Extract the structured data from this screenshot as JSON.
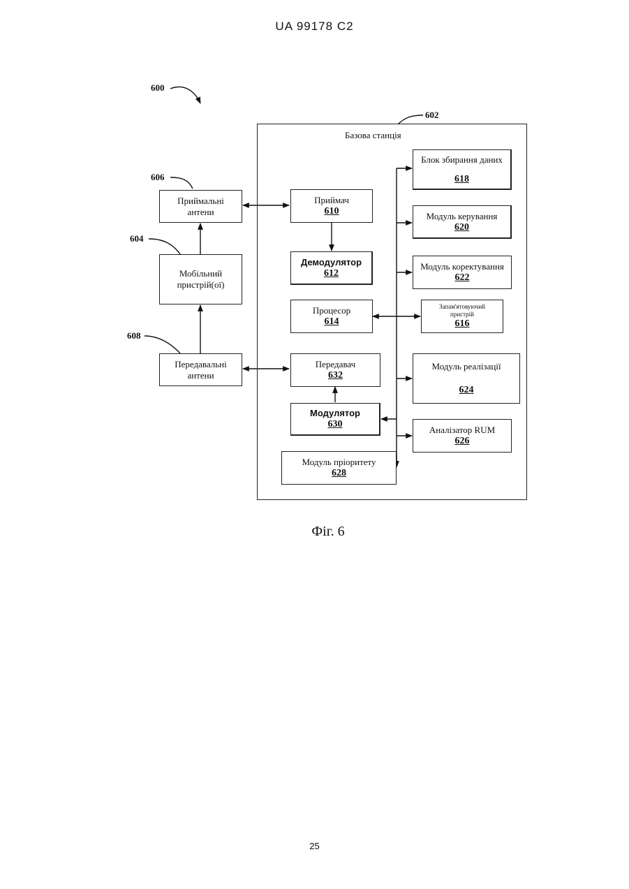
{
  "header": {
    "doc_code": "UA   99178   C2"
  },
  "figure": {
    "caption": "Фіг. 6",
    "overall_ref": "600",
    "base_station": {
      "ref": "602",
      "label": "Базова станція"
    },
    "external": {
      "rx_antennas": {
        "ref": "606",
        "line1": "Приймальні",
        "line2": "антени"
      },
      "mobile": {
        "ref": "604",
        "line1": "Мобільний",
        "line2": "пристрій(ої)"
      },
      "tx_antennas": {
        "ref": "608",
        "line1": "Передавальні",
        "line2": "антени"
      }
    },
    "blocks": {
      "receiver": {
        "name": "Приймач",
        "num": "610"
      },
      "demodulator": {
        "name": "Демодулятор",
        "num": "612"
      },
      "processor": {
        "name": "Процесор",
        "num": "614"
      },
      "transmitter": {
        "name": "Передавач",
        "num": "632"
      },
      "modulator": {
        "name": "Модулятор",
        "num": "630"
      },
      "priority": {
        "name": "Модуль пріоритету",
        "num": "628"
      },
      "data_collection": {
        "name": "Блок збирання даних",
        "num": "618"
      },
      "control": {
        "name": "Модуль керування",
        "num": "620"
      },
      "correction": {
        "name": "Модуль коректування",
        "num": "622"
      },
      "memory": {
        "line1": "Запам'ятовуючий",
        "line2": "пристрій",
        "num": "616"
      },
      "implementation": {
        "name": "Модуль реалізації",
        "num": "624"
      },
      "rum_analyzer": {
        "name": "Аналізатор RUM",
        "num": "626"
      }
    }
  },
  "page_number": "25"
}
